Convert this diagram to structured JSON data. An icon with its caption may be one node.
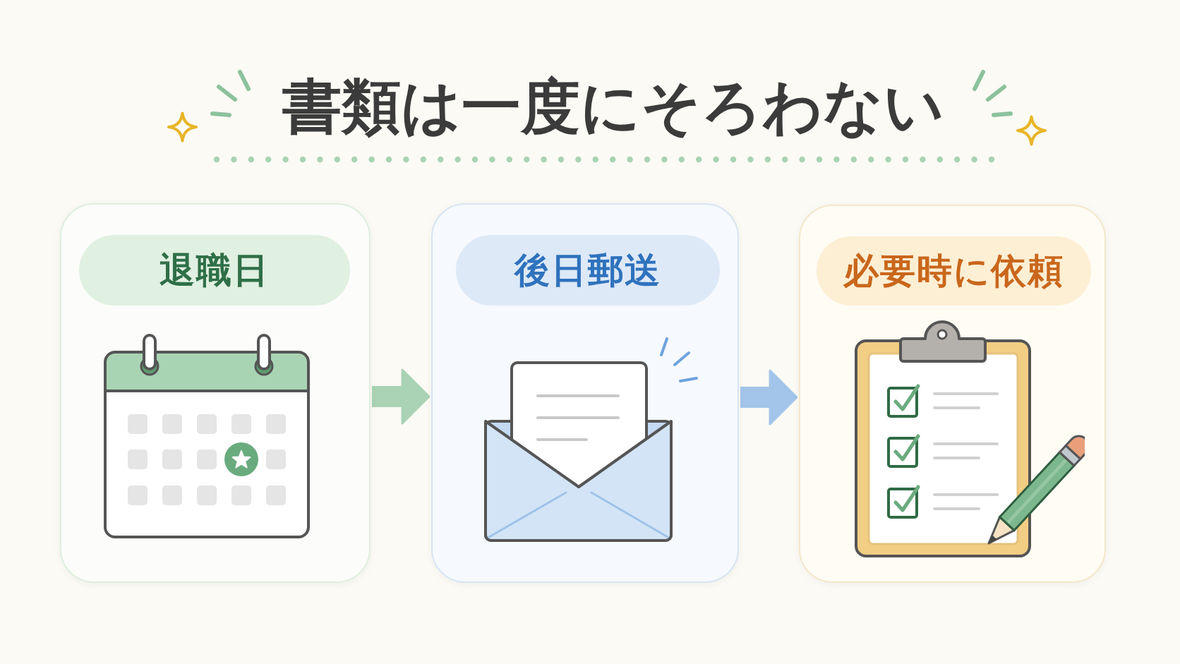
{
  "diagram": {
    "title": "書類は一度にそろわない",
    "nodes": [
      {
        "text": [
          "退職日"
        ]
      },
      {
        "text": [
          "後日郵送"
        ]
      },
      {
        "text": [
          "必要時に依頼"
        ]
      }
    ],
    "edges": [
      {
        "from": 0,
        "to": 1,
        "arrow": "to",
        "color": "#a9d3b4"
      },
      {
        "from": 1,
        "to": 2,
        "arrow": "to",
        "color": "#a3c5ea"
      }
    ]
  }
}
